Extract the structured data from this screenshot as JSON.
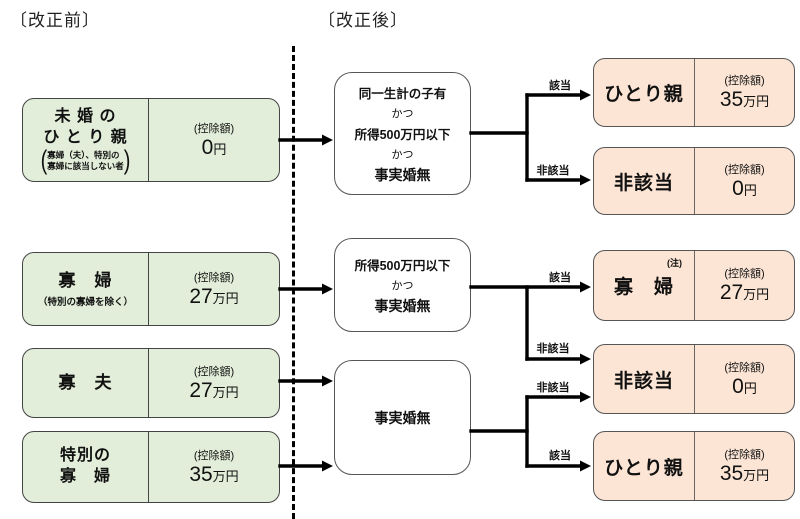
{
  "headers": {
    "before": "〔改正前〕",
    "after": "〔改正後〕"
  },
  "colors": {
    "green": "#e2eed9",
    "pink": "#fce5d5",
    "border": "#444444",
    "arrow": "#000000"
  },
  "before_boxes": [
    {
      "title1": "未 婚 の",
      "title2": "ひ と り 親",
      "paren_open": "(",
      "note1": "寡婦（夫）、特別の",
      "note2": "寡婦に該当しない者",
      "paren_close": ")",
      "amount_label": "(控除額)",
      "amount": "0",
      "unit": "円"
    },
    {
      "title1": "寡　婦",
      "note": "（特別の寡婦を除く）",
      "amount_label": "(控除額)",
      "amount": "27",
      "unit": "万円"
    },
    {
      "title1": "寡　夫",
      "amount_label": "(控除額)",
      "amount": "27",
      "unit": "万円"
    },
    {
      "title1": "特別の",
      "title2": "寡　婦",
      "amount_label": "(控除額)",
      "amount": "35",
      "unit": "万円"
    }
  ],
  "condition_boxes": [
    {
      "l1": "同一生計の子有",
      "l2": "かつ",
      "l3": "所得500万円以下",
      "l4": "かつ",
      "l5": "事実婚無"
    },
    {
      "l1": "所得500万円以下",
      "l2": "かつ",
      "l3": "事実婚無"
    },
    {
      "l1": "事実婚無"
    }
  ],
  "after_boxes": [
    {
      "title": "ひとり親",
      "amount_label": "(控除額)",
      "amount": "35",
      "unit": "万円"
    },
    {
      "title": "非該当",
      "amount_label": "(控除額)",
      "amount": "0",
      "unit": "円"
    },
    {
      "title": "寡　婦",
      "note": "(注)",
      "amount_label": "(控除額)",
      "amount": "27",
      "unit": "万円"
    },
    {
      "title": "非該当",
      "amount_label": "(控除額)",
      "amount": "0",
      "unit": "円"
    },
    {
      "title": "ひとり親",
      "amount_label": "(控除額)",
      "amount": "35",
      "unit": "万円"
    }
  ],
  "branch_labels": {
    "a_yes": "該当",
    "a_no": "非該当",
    "b_yes": "該当",
    "b_no": "非該当",
    "c_no": "非該当",
    "c_yes": "該当"
  }
}
